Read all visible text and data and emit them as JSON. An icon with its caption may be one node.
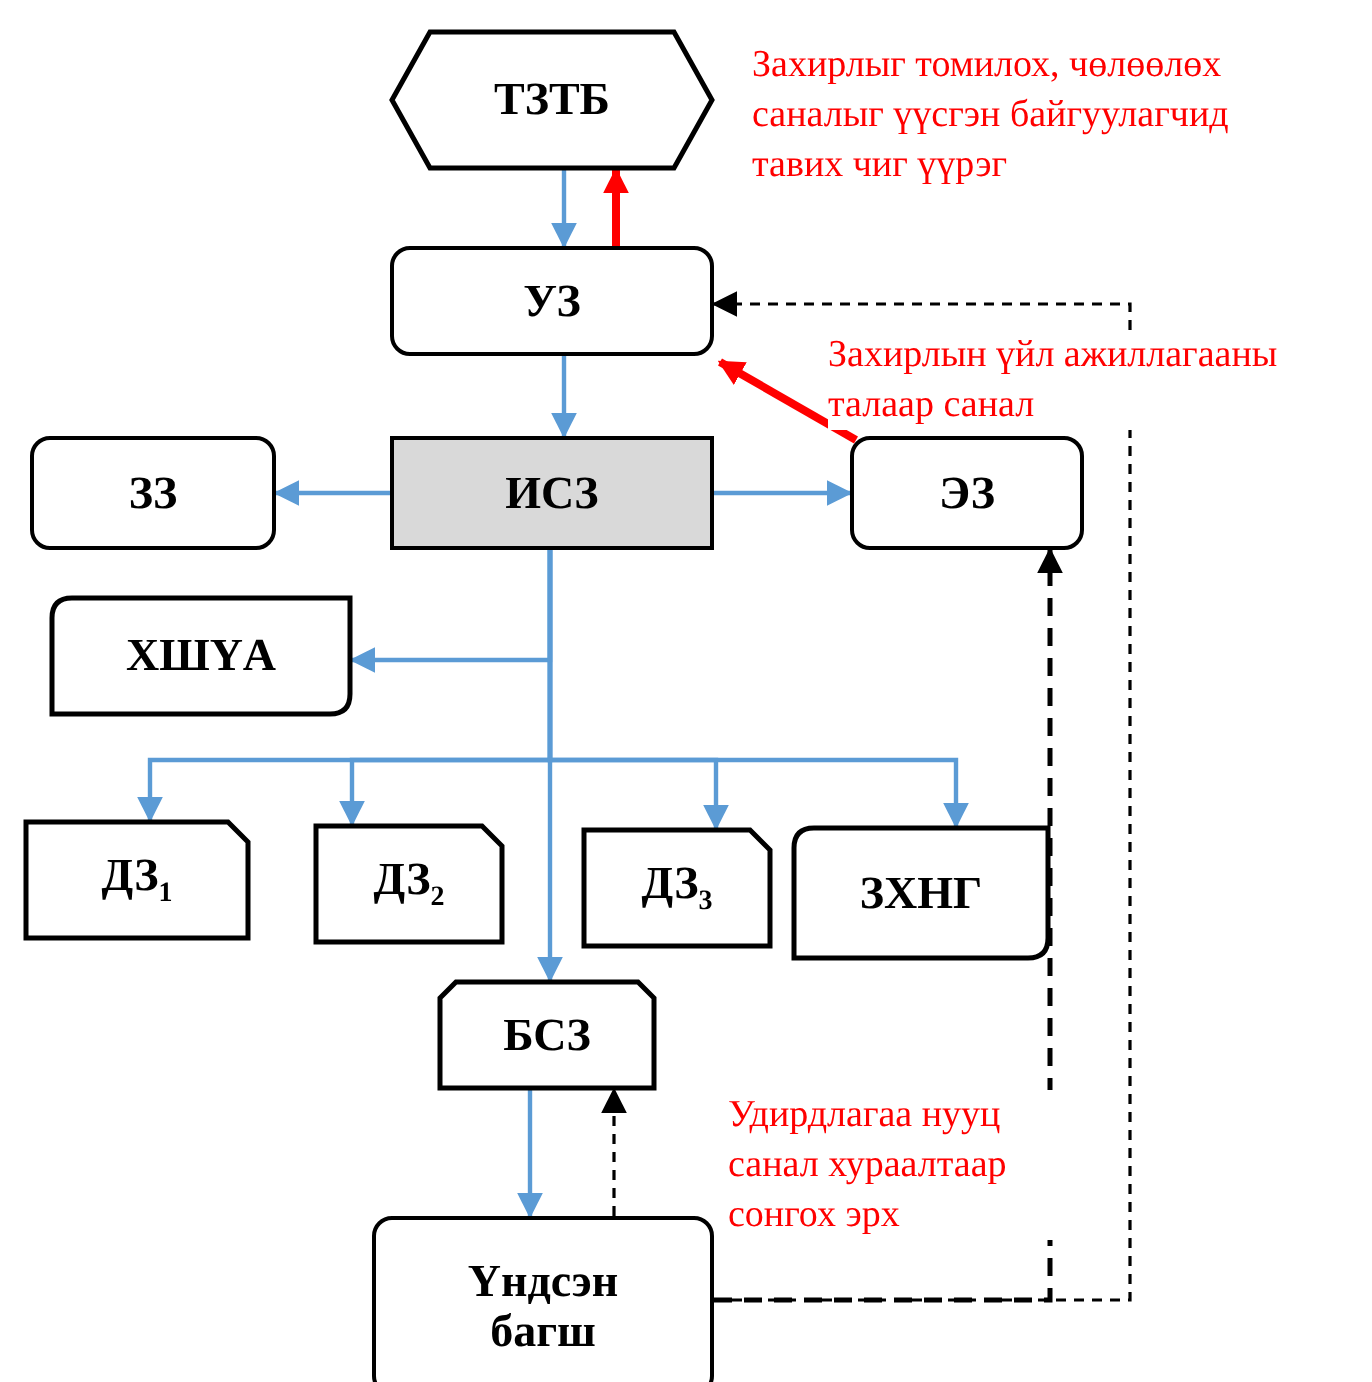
{
  "diagram": {
    "nodes": [
      {
        "text": [
          "ТЗТБ"
        ]
      },
      {
        "text": [
          "УЗ"
        ]
      },
      {
        "text": [
          "ЗЗ"
        ]
      },
      {
        "text": [
          "ИСЗ"
        ]
      },
      {
        "text": [
          "ЭЗ"
        ]
      },
      {
        "text": [
          "ХШҮА"
        ]
      },
      {
        "text": [
          "ДЗ$_{1}$"
        ]
      },
      {
        "text": [
          "ДЗ$_{2}$"
        ]
      },
      {
        "text": [
          "ДЗ$_{3}$"
        ]
      },
      {
        "text": [
          "ЗХНГ"
        ]
      },
      {
        "text": [
          "БСЗ"
        ]
      },
      {
        "text": [
          "Үндсэн багш"
        ]
      }
    ],
    "edges": [
      {
        "from": 0,
        "to": 1,
        "arrow": "to"
      },
      {
        "from": 1,
        "to": 0,
        "arrow": "to",
        "style": "thick",
        "color": "#ff0000"
      },
      {
        "from": 1,
        "to": 3,
        "arrow": "to"
      },
      {
        "from": 3,
        "to": 2,
        "arrow": "to"
      },
      {
        "from": 3,
        "to": 4,
        "arrow": "to"
      },
      {
        "from": 3,
        "to": 5,
        "arrow": "to"
      },
      {
        "from": 3,
        "to": 6,
        "arrow": "to"
      },
      {
        "from": 3,
        "to": 7,
        "arrow": "to"
      },
      {
        "from": 3,
        "to": 8,
        "arrow": "to"
      },
      {
        "from": 3,
        "to": 9,
        "arrow": "to"
      },
      {
        "from": 3,
        "to": 10,
        "arrow": "to"
      },
      {
        "from": 10,
        "to": 11,
        "arrow": "to"
      },
      {
        "from": 11,
        "to": 10,
        "arrow": "to",
        "style": "dashed",
        "color": "#000000"
      },
      {
        "from": 11,
        "to": 4,
        "arrow": "to",
        "style": "dashed",
        "color": "#000000"
      },
      {
        "from": 11,
        "to": 1,
        "arrow": "to",
        "style": "dashed",
        "color": "#000000"
      },
      {
        "from": 4,
        "to": 1,
        "arrow": "to",
        "style": "thick",
        "color": "#ff0000"
      }
    ],
    "labels": [
      "Захирлыг томилох, чөлөөлөх саналыг үүсгэн байгуулагчид тавих чиг үүрэг",
      "Захирлын үйл ажиллагааны талаар санал",
      "Удирдлагаа нууц санал хураалтаар сонгох эрх"
    ]
  }
}
